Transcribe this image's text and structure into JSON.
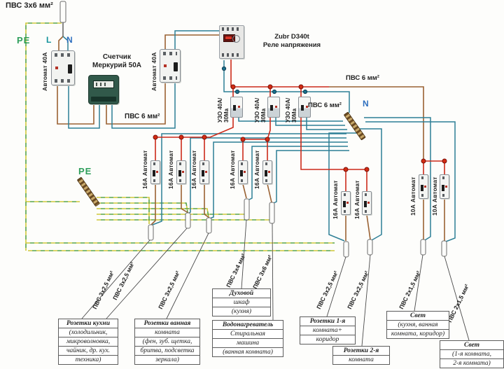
{
  "supply": {
    "cable_label": "ПВС 3х6 мм²",
    "pe": "PE",
    "line": "L",
    "neutral": "N"
  },
  "pe_bus_label": "PE",
  "neutral_bus_label": "N",
  "main_breakers": [
    {
      "label": "Автомат 40А"
    },
    {
      "label": "Автомат 40А"
    }
  ],
  "meter": {
    "line1": "Счетчик",
    "line2": "Меркурий 50А"
  },
  "relay": {
    "line1": "Zubr D340t",
    "line2": "Реле напряжения"
  },
  "wire_tags": {
    "meter_out": "ПВС 6 мм²",
    "right_bus": "ПВС 6 мм²",
    "neutral_bus": "ПВС 6 мм²"
  },
  "rcds": [
    {
      "line1": "УЗО 40А/",
      "line2": "30Ма"
    },
    {
      "line1": "УЗО 40А/",
      "line2": "30Ма"
    },
    {
      "line1": "УЗО 40А/",
      "line2": "30Ма"
    }
  ],
  "breakers16": [
    "16А Автомат",
    "16А Автомат",
    "16А Автомат",
    "16А Автомат",
    "16А Автомат",
    "16А Автомат",
    "16А Автомат"
  ],
  "breakers10": [
    "10А Автомат",
    "10А Автомат"
  ],
  "cable_tags": [
    "ПВС 3х2,5 мм²",
    "ПВС 3х2,5 мм²",
    "ПВС 3х2,5 мм²",
    "ПВС 3х4 мм²",
    "ПВС 3х6 мм²",
    "ПВС 3х2,5 мм²",
    "ПВС 3х2,5 мм²",
    "ПВС 2х1,5 мм²",
    "ПВС 2х1,5 мм²"
  ],
  "loads": [
    {
      "lines": [
        "Розетки кухни",
        "(холодильник,",
        "микроволновка,",
        "чайник, др. кух.",
        "техника)"
      ]
    },
    {
      "lines": [
        "Розетки ванная",
        "комната",
        "(фен, зуб. щетка,",
        "бритва, подсветка",
        "зеркала)"
      ]
    },
    {
      "lines": [
        "Духовой",
        "шкаф",
        "(кухня)"
      ]
    },
    {
      "lines": [
        "Водонагреватель",
        "Стиральная",
        "машина",
        "(ванная комната)"
      ]
    },
    {
      "lines": [
        "Розетки 1-я",
        "комната+",
        "коридор"
      ]
    },
    {
      "lines": [
        "Розетки 2-я",
        "комната"
      ]
    },
    {
      "lines": [
        "Свет",
        "(кухня, ванная",
        "комната, коридор)"
      ]
    },
    {
      "lines": [
        "Свет",
        "(1-я комната,",
        "2-я комната)"
      ]
    }
  ],
  "colors": {
    "line_wire_brown": "#9a6233",
    "switched_wire_red": "#cc2a1a",
    "neutral_wire_blue": "#2d7f96",
    "pe_green": "#58a348",
    "pe_yellow": "#cfc83a",
    "pe_label_green": "#2e9e5b",
    "neutral_label_blue": "#2f6fbf",
    "line_label_teal": "#14939b"
  }
}
